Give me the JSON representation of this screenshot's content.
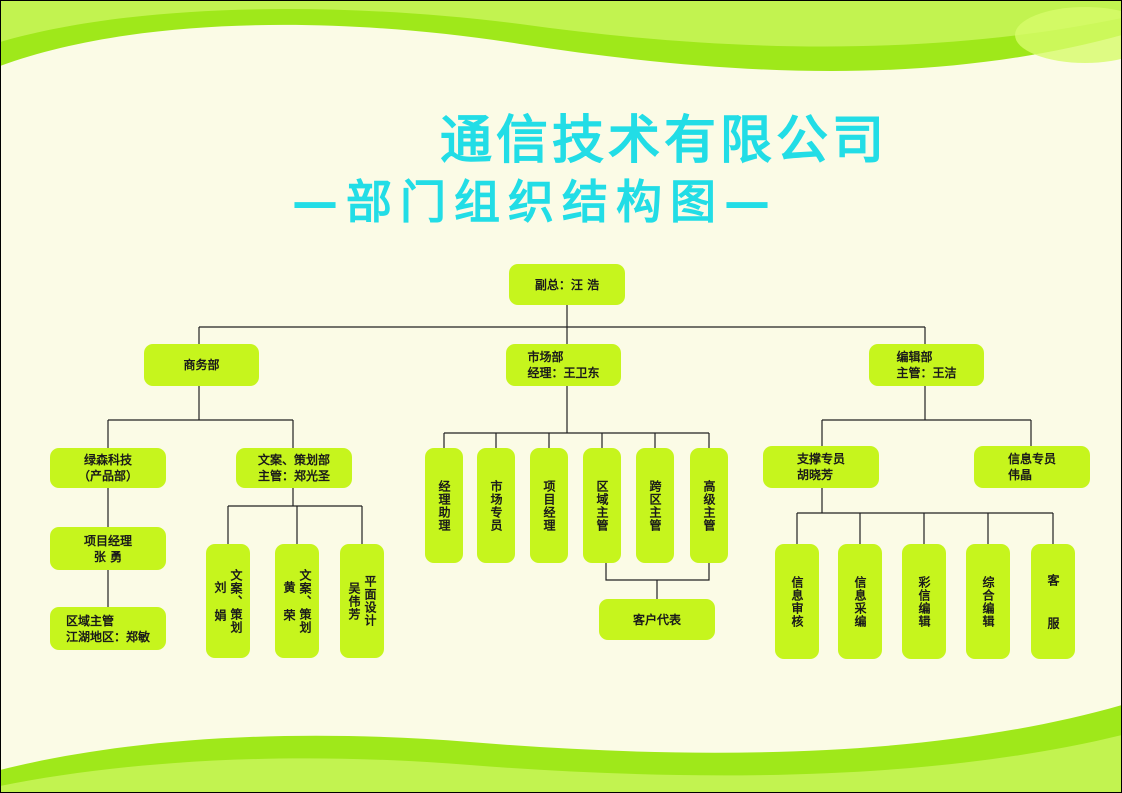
{
  "title": "通信技术有限公司",
  "subtitle": "—部门组织结构图—",
  "colors": {
    "box": "#c6f51d",
    "title": "#22dde6",
    "background": "#fbfbe6",
    "wave": "#9fe81a"
  },
  "org": {
    "vp": "副总：汪 浩",
    "business_dept": "商务部",
    "market_dept": "市场部\n经理：王卫东",
    "editorial_dept": "编辑部\n主管：王洁",
    "lvsen_tech": "绿森科技\n（产品部）",
    "planning_dept": "文案、策划部\n主管：郑光圣",
    "project_manager": "项目经理\n张  勇",
    "regional_manager_jh": "区域主管\n江湖地区：郑敏",
    "copy_liu": "文案、策划\n刘  娟",
    "copy_huang": "文案、策划\n黄  荣",
    "design_wu": "平面设计\n吴伟芳",
    "manager_assistant": "经理助理",
    "market_specialist": "市场专员",
    "project_manager_2": "项目经理",
    "regional_manager": "区域主管",
    "cross_region_manager": "跨区主管",
    "senior_manager": "高级主管",
    "customer_rep": "客户代表",
    "support_specialist": "支撑专员\n胡晓芳",
    "info_specialist": "信息专员\n伟晶",
    "info_review": "信息审核",
    "info_collect": "信息采编",
    "sms_edit": "彩信编辑",
    "general_edit": "综合编辑",
    "customer_service": "客  服"
  }
}
